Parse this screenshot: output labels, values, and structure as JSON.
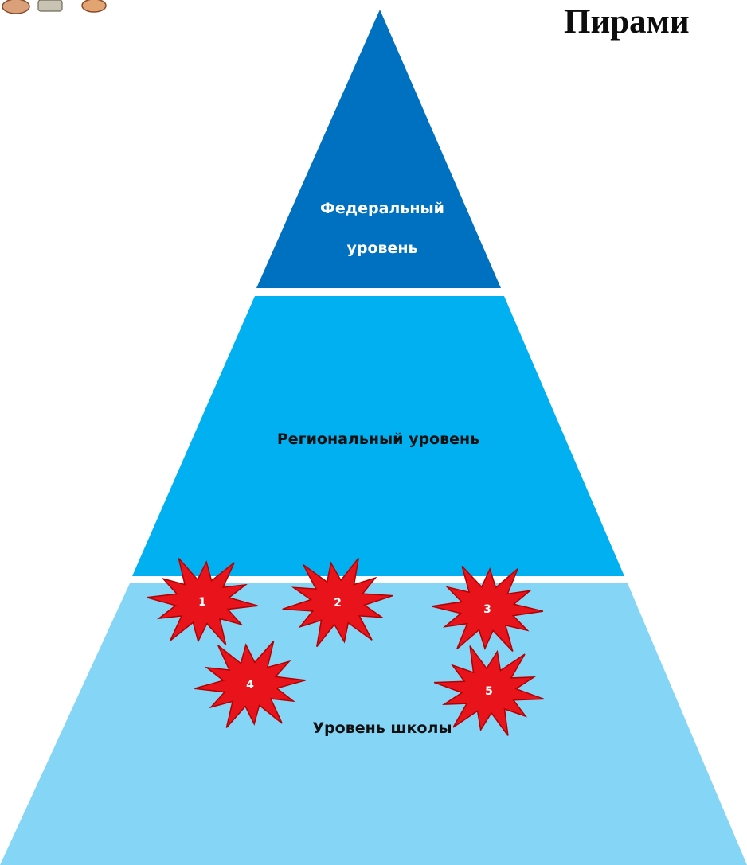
{
  "title": "Пирами",
  "levels": {
    "federal": {
      "line1": "Федеральный",
      "line2": "уровень",
      "color": "#0070C0"
    },
    "regional": {
      "label": "Региональный уровень",
      "color": "#00B0F0"
    },
    "school": {
      "label": "Уровень школы",
      "color": "#85D6F6"
    }
  },
  "bursts": [
    {
      "label": "1"
    },
    {
      "label": "2"
    },
    {
      "label": "3"
    },
    {
      "label": "4"
    },
    {
      "label": "5"
    }
  ],
  "burst_color": "#E8131B",
  "burst_outline": "#B00000"
}
